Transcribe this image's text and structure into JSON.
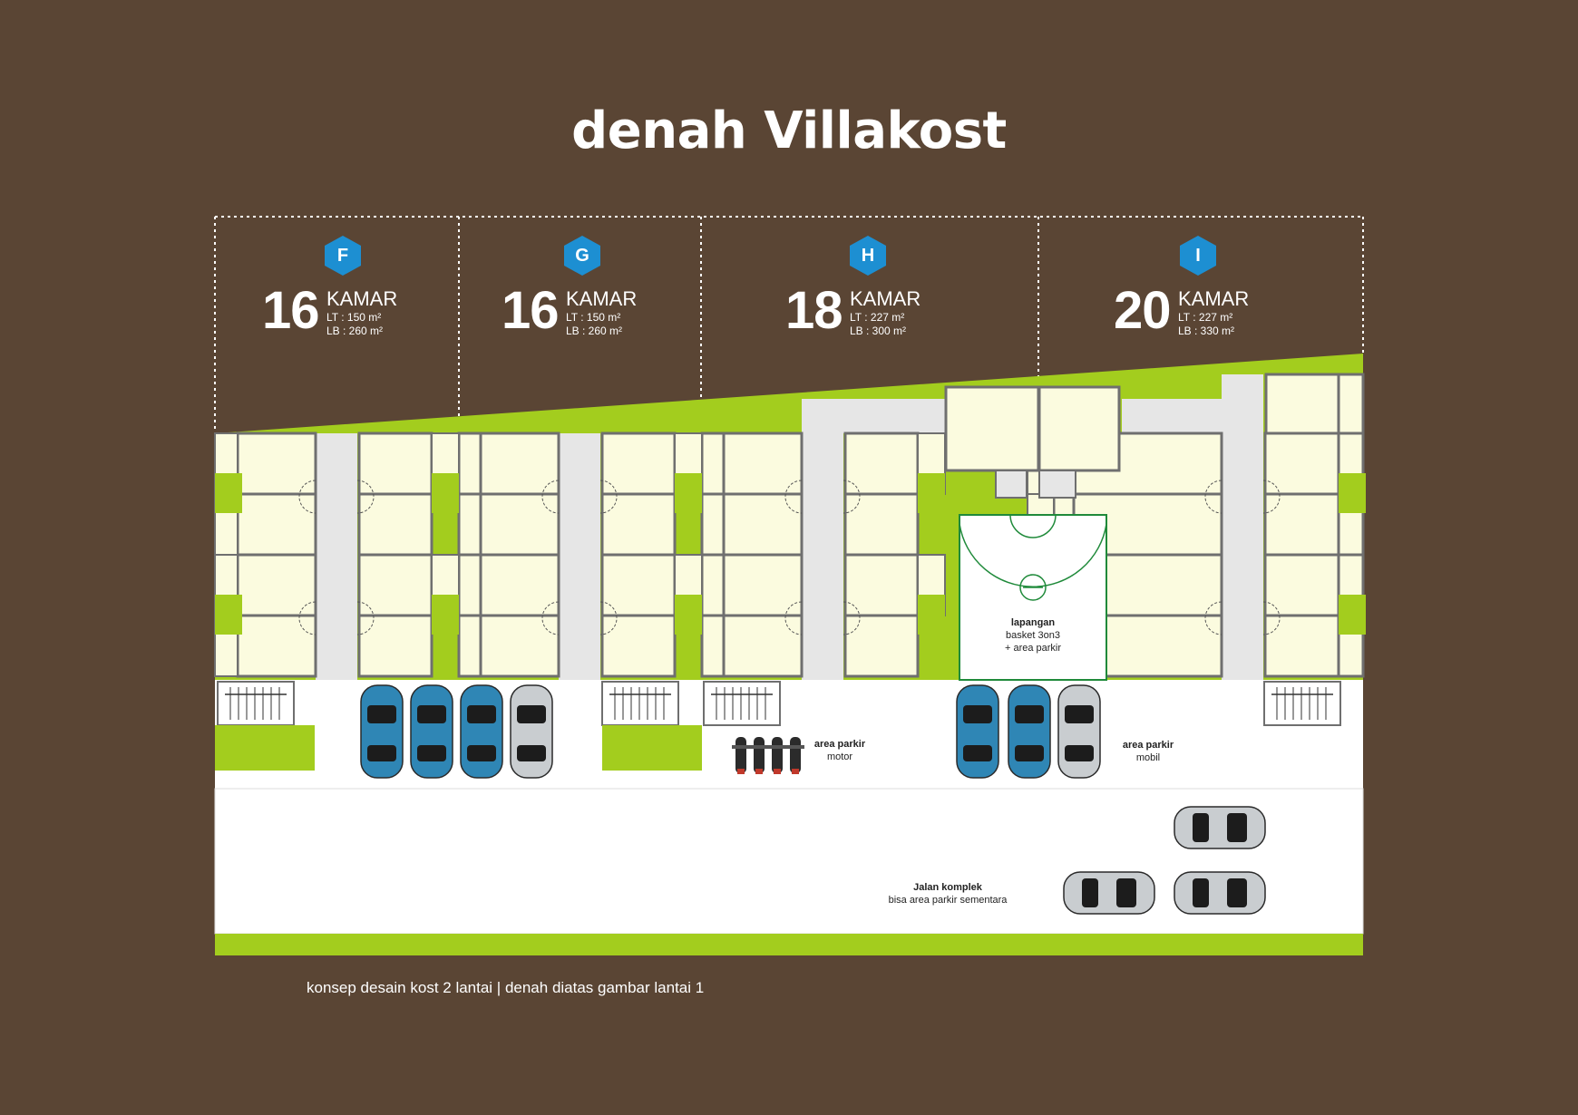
{
  "title": "denah Villakost",
  "units": [
    {
      "letter": "F",
      "rooms": "16",
      "kamar_label": "KAMAR",
      "lt": "LT : 150 m²",
      "lb": "LB : 260 m²"
    },
    {
      "letter": "G",
      "rooms": "16",
      "kamar_label": "KAMAR",
      "lt": "LT : 150 m²",
      "lb": "LB : 260 m²"
    },
    {
      "letter": "H",
      "rooms": "18",
      "kamar_label": "KAMAR",
      "lt": "LT : 227 m²",
      "lb": "LB : 300 m²"
    },
    {
      "letter": "I",
      "rooms": "20",
      "kamar_label": "KAMAR",
      "lt": "LT : 227 m²",
      "lb": "LB : 330 m²"
    }
  ],
  "labels": {
    "court_title": "lapangan",
    "court_line1": "basket 3on3",
    "court_line2": "+ area parkir",
    "motor_title": "area parkir",
    "motor_sub": "motor",
    "car_title": "area parkir",
    "car_sub": "mobil",
    "road_title": "Jalan komplek",
    "road_sub": "bisa area parkir sementara"
  },
  "footer": "konsep desain kost 2 lantai | denah diatas gambar lantai 1",
  "colors": {
    "background": "#5a4534",
    "grass": "#a3cd1e",
    "room": "#fbfbdf",
    "corridor": "#e6e6e6",
    "wall": "#6f6f6f",
    "badge": "#1d8fd2",
    "car_blue": "#2f86b5",
    "car_silver": "#c9cdd0"
  }
}
